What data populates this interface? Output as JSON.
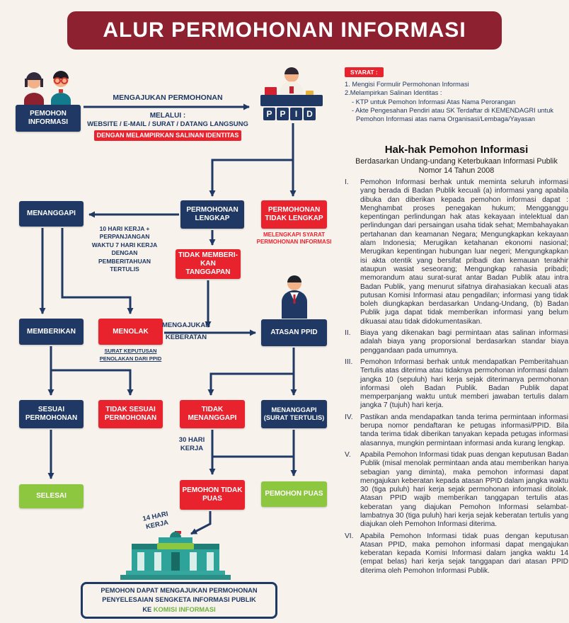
{
  "colors": {
    "banner_maroon": "#8E2130",
    "navy": "#1F3864",
    "red": "#E8232E",
    "green": "#8DC63F",
    "background_cream": "#F7F3EC"
  },
  "title": "ALUR PERMOHONAN INFORMASI",
  "syarat": {
    "label": "SYARAT :",
    "line1": "1. Mengisi Formulir Permohonan Informasi",
    "line2": "2.Melampirkan Salinan Identitas :",
    "line3": "- KTP untuk Pemohon Informasi Atas Nama Perorangan",
    "line4": "- Akte Pengesahan Pendiri atau SK Terdaftar di KEMENDAGRI untuk",
    "line5": "Pemohon Informasi atas nama Organisasi/Lembaga/Yayasan"
  },
  "flow": {
    "pemohon": "PEMOHON INFORMASI",
    "mengajukan_permohonan": "MENGAJUKAN PERMOHONAN",
    "melalui": "MELALUI :",
    "channels": "WEBSITE / E-MAIL / SURAT / DATANG LANGSUNG",
    "salinan_identitas": "DENGAN MELAMPIRKAN SALINAN IDENTITAS",
    "ppid_letters": [
      "P",
      "P",
      "I",
      "D"
    ],
    "permohonan_lengkap": "PERMOHONAN LENGKAP",
    "permohonan_tidak_lengkap": "PERMOHONAN TIDAK LENGKAP",
    "melengkapi_syarat": "MELENGKAPI SYARAT PERMOHONAN INFORMASI",
    "menanggapi": "MENANGGAPI",
    "sepuluh_hari": "10 HARI KERJA + PERPANJANGAN WAKTU 7 HARI KERJA DENGAN PEMBERITAHUAN TERTULIS",
    "tidak_memberikan_tanggapan": "TIDAK MEMBERI-KAN TANGGAPAN",
    "memberikan": "MEMBERIKAN",
    "menolak": "MENOLAK",
    "surat_keputusan": "SURAT KEPUTUSAN PENOLAKAN DARI PPID",
    "mengajukan_keberatan": "MENGAJUKAN KEBERATAN",
    "atasan_ppid": "ATASAN PPID",
    "sesuai_permohonan": "SESUAI PERMOHONAN",
    "tidak_sesuai_permohonan": "TIDAK SESUAI PERMOHONAN",
    "tidak_menanggapi": "TIDAK MENANGGAPI",
    "menanggapi_tertulis": "MENANGGAPI (SURAT TERTULIS)",
    "tiga_puluh_hari": "30 HARI KERJA",
    "pemohon_tidak_puas": "PEMOHON TIDAK PUAS",
    "pemohon_puas": "PEMOHON PUAS",
    "selesai": "SELESAI",
    "empat_belas_hari": "14 HARI KERJA",
    "sengketa_line1": "PEMOHON DAPAT MENGAJUKAN PERMOHONAN",
    "sengketa_line2": "PENYELESAIAN SENGKETA INFORMASI PUBLIK",
    "sengketa_ke": "KE",
    "sengketa_komisi": "KOMISI INFORMASI"
  },
  "rights": {
    "heading": "Hak-hak Pemohon Informasi",
    "subheading": "Berdasarkan Undang-undang Keterbukaan Informasi Publik Nomor 14 Tahun 2008",
    "items": [
      {
        "numeral": "I.",
        "text": "Pemohon Informasi berhak untuk meminta seluruh informasi yang berada di Badan Publik kecuali (a) informasi yang apabila dibuka dan diberikan kepada pemohon informasi dapat : Menghambat proses penegakan hukum; Mengganggu kepentingan perlindungan hak atas kekayaan intelektual dan perlindungan dari persaingan usaha tidak sehat; Membahayakan pertahanan dan keamanan Negara; Mengungkapkan kekayaan alam Indonesia; Merugikan ketahanan ekonomi nasional; Merugikan kepentingan hubungan luar negeri; Mengungkapkan isi akta otentik yang bersifat pribadi dan kemauan terakhir ataupun wasiat seseorang; Mengungkap rahasia pribadi; memorandum atau surat-surat antar Badan Publik atau intra Badan Publik, yang menurut sifatnya dirahasiakan kecuali atas putusan Komisi Informasi atau pengadilan; informasi yang tidak boleh diungkapkan berdasarkan Undang-Undang, (b) Badan Publik juga dapat tidak memberikan informasi yang belum dikuasai atau tidak didokumentasikan."
      },
      {
        "numeral": "II.",
        "text": "Biaya yang dikenakan bagi permintaan atas salinan informasi adalah biaya yang proporsional berdasarkan standar biaya penggandaan pada umumnya."
      },
      {
        "numeral": "III.",
        "text": "Pemohon Informasi berhak untuk mendapatkan Pemberitahuan Tertulis atas diterima atau tidaknya permohonan informasi dalam jangka 10 (sepuluh) hari kerja sejak diterimanya permohonan informasi oleh Badan Publik. Badan Publik dapat memperpanjang waktu untuk memberi jawaban tertulis dalam jangka 7 (tujuh) hari kerja."
      },
      {
        "numeral": "IV.",
        "text": "Pastikan anda mendapatkan tanda terima permintaan informasi berupa nomor pendaftaran ke petugas informasi/PPID. Bila tanda terima tidak diberikan tanyakan kepada petugas informasi alasannya, mungkin permintaan informasi anda kurang lengkap."
      },
      {
        "numeral": "V.",
        "text": "Apabila Pemohon Informasi tidak puas dengan keputusan Badan Publik (misal menolak permintaan anda atau memberikan hanya sebagian yang diminta), maka pemohon informasi dapat mengajukan keberatan kepada atasan PPID dalam jangka waktu 30 (tiga puluh) hari kerja sejak permohonan informasi ditolak. Atasan PPID wajib memberikan tanggapan tertulis atas keberatan yang diajukan Pemohon Informasi selambat-lambatnya 30 (tiga puluh) hari kerja sejak keberatan tertulis yang diajukan oleh Pemohon Informasi diterima."
      },
      {
        "numeral": "VI.",
        "text": "Apabila Pemohon Informasi tidak puas dengan keputusan Atasan PPID, maka pemohon informasi dapat mengajukan keberatan kepada Komisi Informasi dalam jangka waktu 14 (empat belas) hari kerja sejak tanggapan dari atasan PPID diterima oleh Pemohon Informasi Publik."
      }
    ]
  }
}
